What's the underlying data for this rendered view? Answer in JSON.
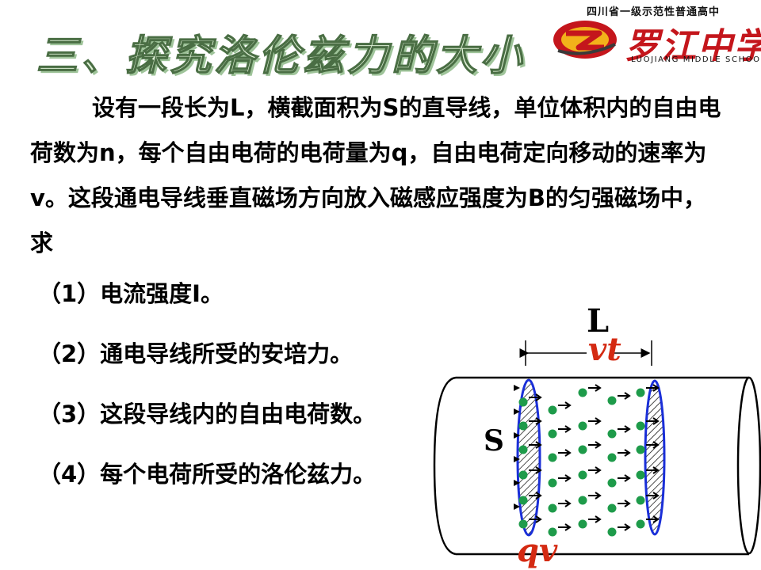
{
  "slide": {
    "title": "三、探究洛伦兹力的大小",
    "paragraph": "设有一段长为L，横截面积为S的直导线，单位体积内的自由电荷数为n，每个自由电荷的电荷量为q，自由电荷定向移动的速率为v。这段通电导线垂直磁场方向放入磁感应强度为B的匀强磁场中，求",
    "questions": [
      "（1）电流强度I。",
      "（2）通电导线所受的安培力。",
      "（3）这段导线内的自由电荷数。",
      "（4）每个电荷所受的洛伦兹力。"
    ]
  },
  "logo": {
    "top_text": "四川省一级示范性普通高中",
    "name": "罗江中学",
    "english": "LUOJIANG MIDDLE SCHOOL"
  },
  "diagram": {
    "label_L": "L",
    "label_vt": "vt",
    "label_S": "S",
    "label_qv": "qv",
    "colors": {
      "charge": "#1e9b4a",
      "label_red": "#d42a12",
      "section_edge": "#1a2fd8",
      "wire": "#000000"
    }
  }
}
